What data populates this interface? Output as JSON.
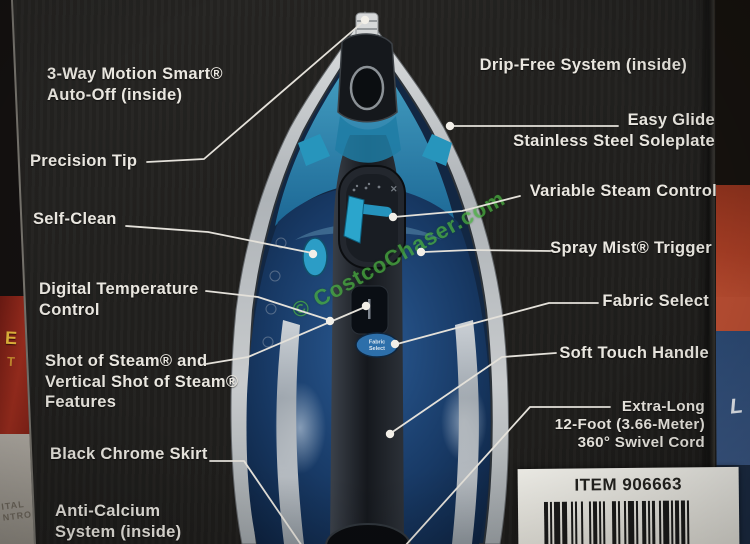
{
  "callouts": {
    "left": [
      {
        "text": "3-Way Motion Smart®\nAuto-Off (inside)"
      },
      {
        "text": "Precision Tip"
      },
      {
        "text": "Self-Clean"
      },
      {
        "text": "Digital Temperature\nControl"
      },
      {
        "text": "Shot of Steam® and\nVertical Shot of Steam®\nFeatures"
      },
      {
        "text": "Black Chrome Skirt"
      },
      {
        "text": "Anti-Calcium\nSystem (inside)"
      }
    ],
    "right": [
      {
        "text": "Drip-Free System (inside)"
      },
      {
        "text": "Easy Glide\nStainless Steel Soleplate"
      },
      {
        "text": "Variable Steam Control"
      },
      {
        "text": "Spray Mist® Trigger"
      },
      {
        "text": "Fabric Select"
      },
      {
        "text": "Soft Touch Handle"
      },
      {
        "text": "Extra-Long\n12-Foot (3.66-Meter)\n360° Swivel Cord"
      }
    ]
  },
  "watermark": {
    "text": "© CostcoChaser.com"
  },
  "barcode": {
    "item_text": "ITEM 906663"
  },
  "iron": {
    "fabric_line1": "Fabric",
    "fabric_line2": "Select",
    "steam_max_icon": "✕"
  },
  "background": {
    "left_edge_letter": "E",
    "left_edge_letter2": "T",
    "left_edge_faint_text": "ITAL\nNTRO",
    "right_edge_letter": "L"
  },
  "colors": {
    "box_background": "#21201e",
    "label_text": "#eae7e0",
    "leader_line": "#e4e1da",
    "watermark_green": "#56c44a",
    "iron_teal": "#2ba5cc",
    "iron_navy": "#16365c",
    "sticker_background": "#ecebe5"
  }
}
